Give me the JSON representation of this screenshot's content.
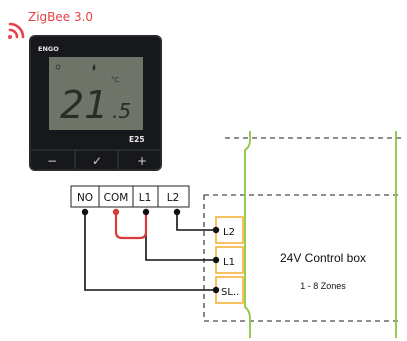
{
  "wireless": {
    "protocol": "ZigBee 3.0",
    "accent_color": "#e8414a",
    "icon": "wifi-signal-icon"
  },
  "thermostat": {
    "brand": "ENGO",
    "model_mark": "E25",
    "temperature_integer": "21",
    "temperature_decimal": ".5",
    "unit": "°C",
    "status_indicator": "flame-icon",
    "buttons": {
      "minus": "−",
      "confirm": "✓",
      "plus": "+"
    }
  },
  "terminals": [
    "NO",
    "COM",
    "L1",
    "L2"
  ],
  "control_box": {
    "title": "24V Control box",
    "subtitle": "1 - 8 Zones",
    "inputs": [
      "L2",
      "L1",
      "SL.."
    ],
    "terminal_color": "#f4b33a",
    "bracket_color": "#8cc63f"
  },
  "bridge_color": "#d93a3a"
}
